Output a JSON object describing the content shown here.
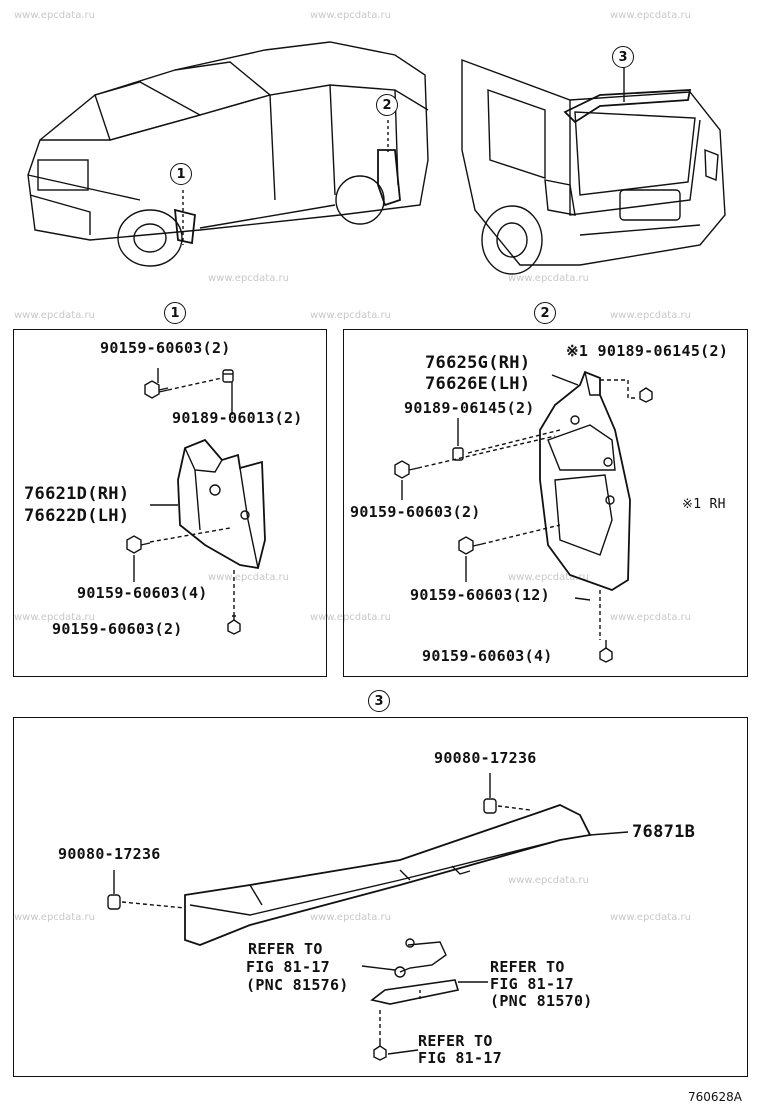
{
  "watermark": "www.epcdata.ru",
  "figure_id": "760628A",
  "callouts": {
    "one": "1",
    "two": "2",
    "three": "3"
  },
  "panel1": {
    "label_a": "90159-60603(2)",
    "label_b": "90189-06013(2)",
    "label_c1": "76621D(RH)",
    "label_c2": "76622D(LH)",
    "label_d": "90159-60603(4)",
    "label_e": "90159-60603(2)"
  },
  "panel2": {
    "label_a1": "76625G(RH)",
    "label_a2": "76626E(LH)",
    "label_b": "※1 90189-06145(2)",
    "label_c": "90189-06145(2)",
    "label_d": "90159-60603(2)",
    "label_e": "90159-60603(12)",
    "label_f": "90159-60603(4)",
    "note": "※1 RH"
  },
  "panel3": {
    "label_a": "90080-17236",
    "label_b": "90080-17236",
    "label_c": "76871B",
    "ref1": [
      "REFER TO",
      "FIG 81-17",
      "(PNC 81576)"
    ],
    "ref2": [
      "REFER TO",
      "FIG 81-17",
      "(PNC 81570)"
    ],
    "ref3": [
      "REFER TO",
      "FIG 81-17"
    ]
  }
}
